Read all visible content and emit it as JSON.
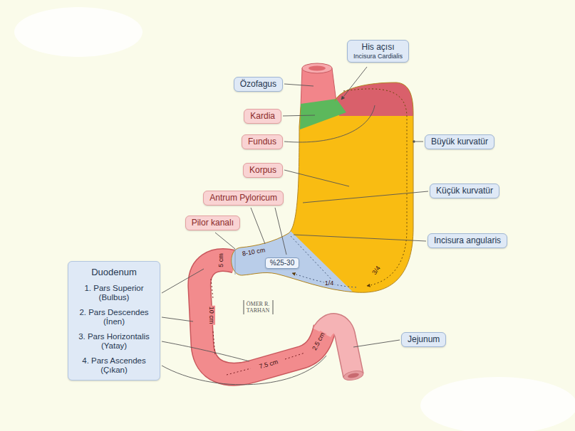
{
  "diagram": {
    "nodes": [
      {
        "text": [
          "His açısı",
          "Incisura Cardialis"
        ]
      },
      {
        "text": [
          "Özofagus"
        ]
      },
      {
        "text": [
          "Kardia"
        ]
      },
      {
        "text": [
          "Fundus"
        ]
      },
      {
        "text": [
          "Büyük kurvatür"
        ]
      },
      {
        "text": [
          "Korpus"
        ]
      },
      {
        "text": [
          "Küçük kurvatür"
        ]
      },
      {
        "text": [
          "Antrum Pyloricum"
        ]
      },
      {
        "text": [
          "Pilor kanalı"
        ]
      },
      {
        "text": [
          "Incisura angularis"
        ]
      },
      {
        "text": [
          "%25-30"
        ]
      },
      {
        "text": [
          "Duodenum",
          "1. Pars Superior (Bulbus)",
          "2. Pars Descendes (İnen)",
          "3. Pars Horizontalis (Yatay)",
          "4. Pars Ascendes (Çıkan)"
        ]
      },
      {
        "text": [
          "Jejunum"
        ]
      }
    ],
    "labels": [
      "8-10 cm",
      "5 cm",
      "10 cm",
      "7.5 cm",
      "2.5 cm",
      "3/4",
      "1/4",
      "ÖMER R. TARHAN"
    ]
  }
}
